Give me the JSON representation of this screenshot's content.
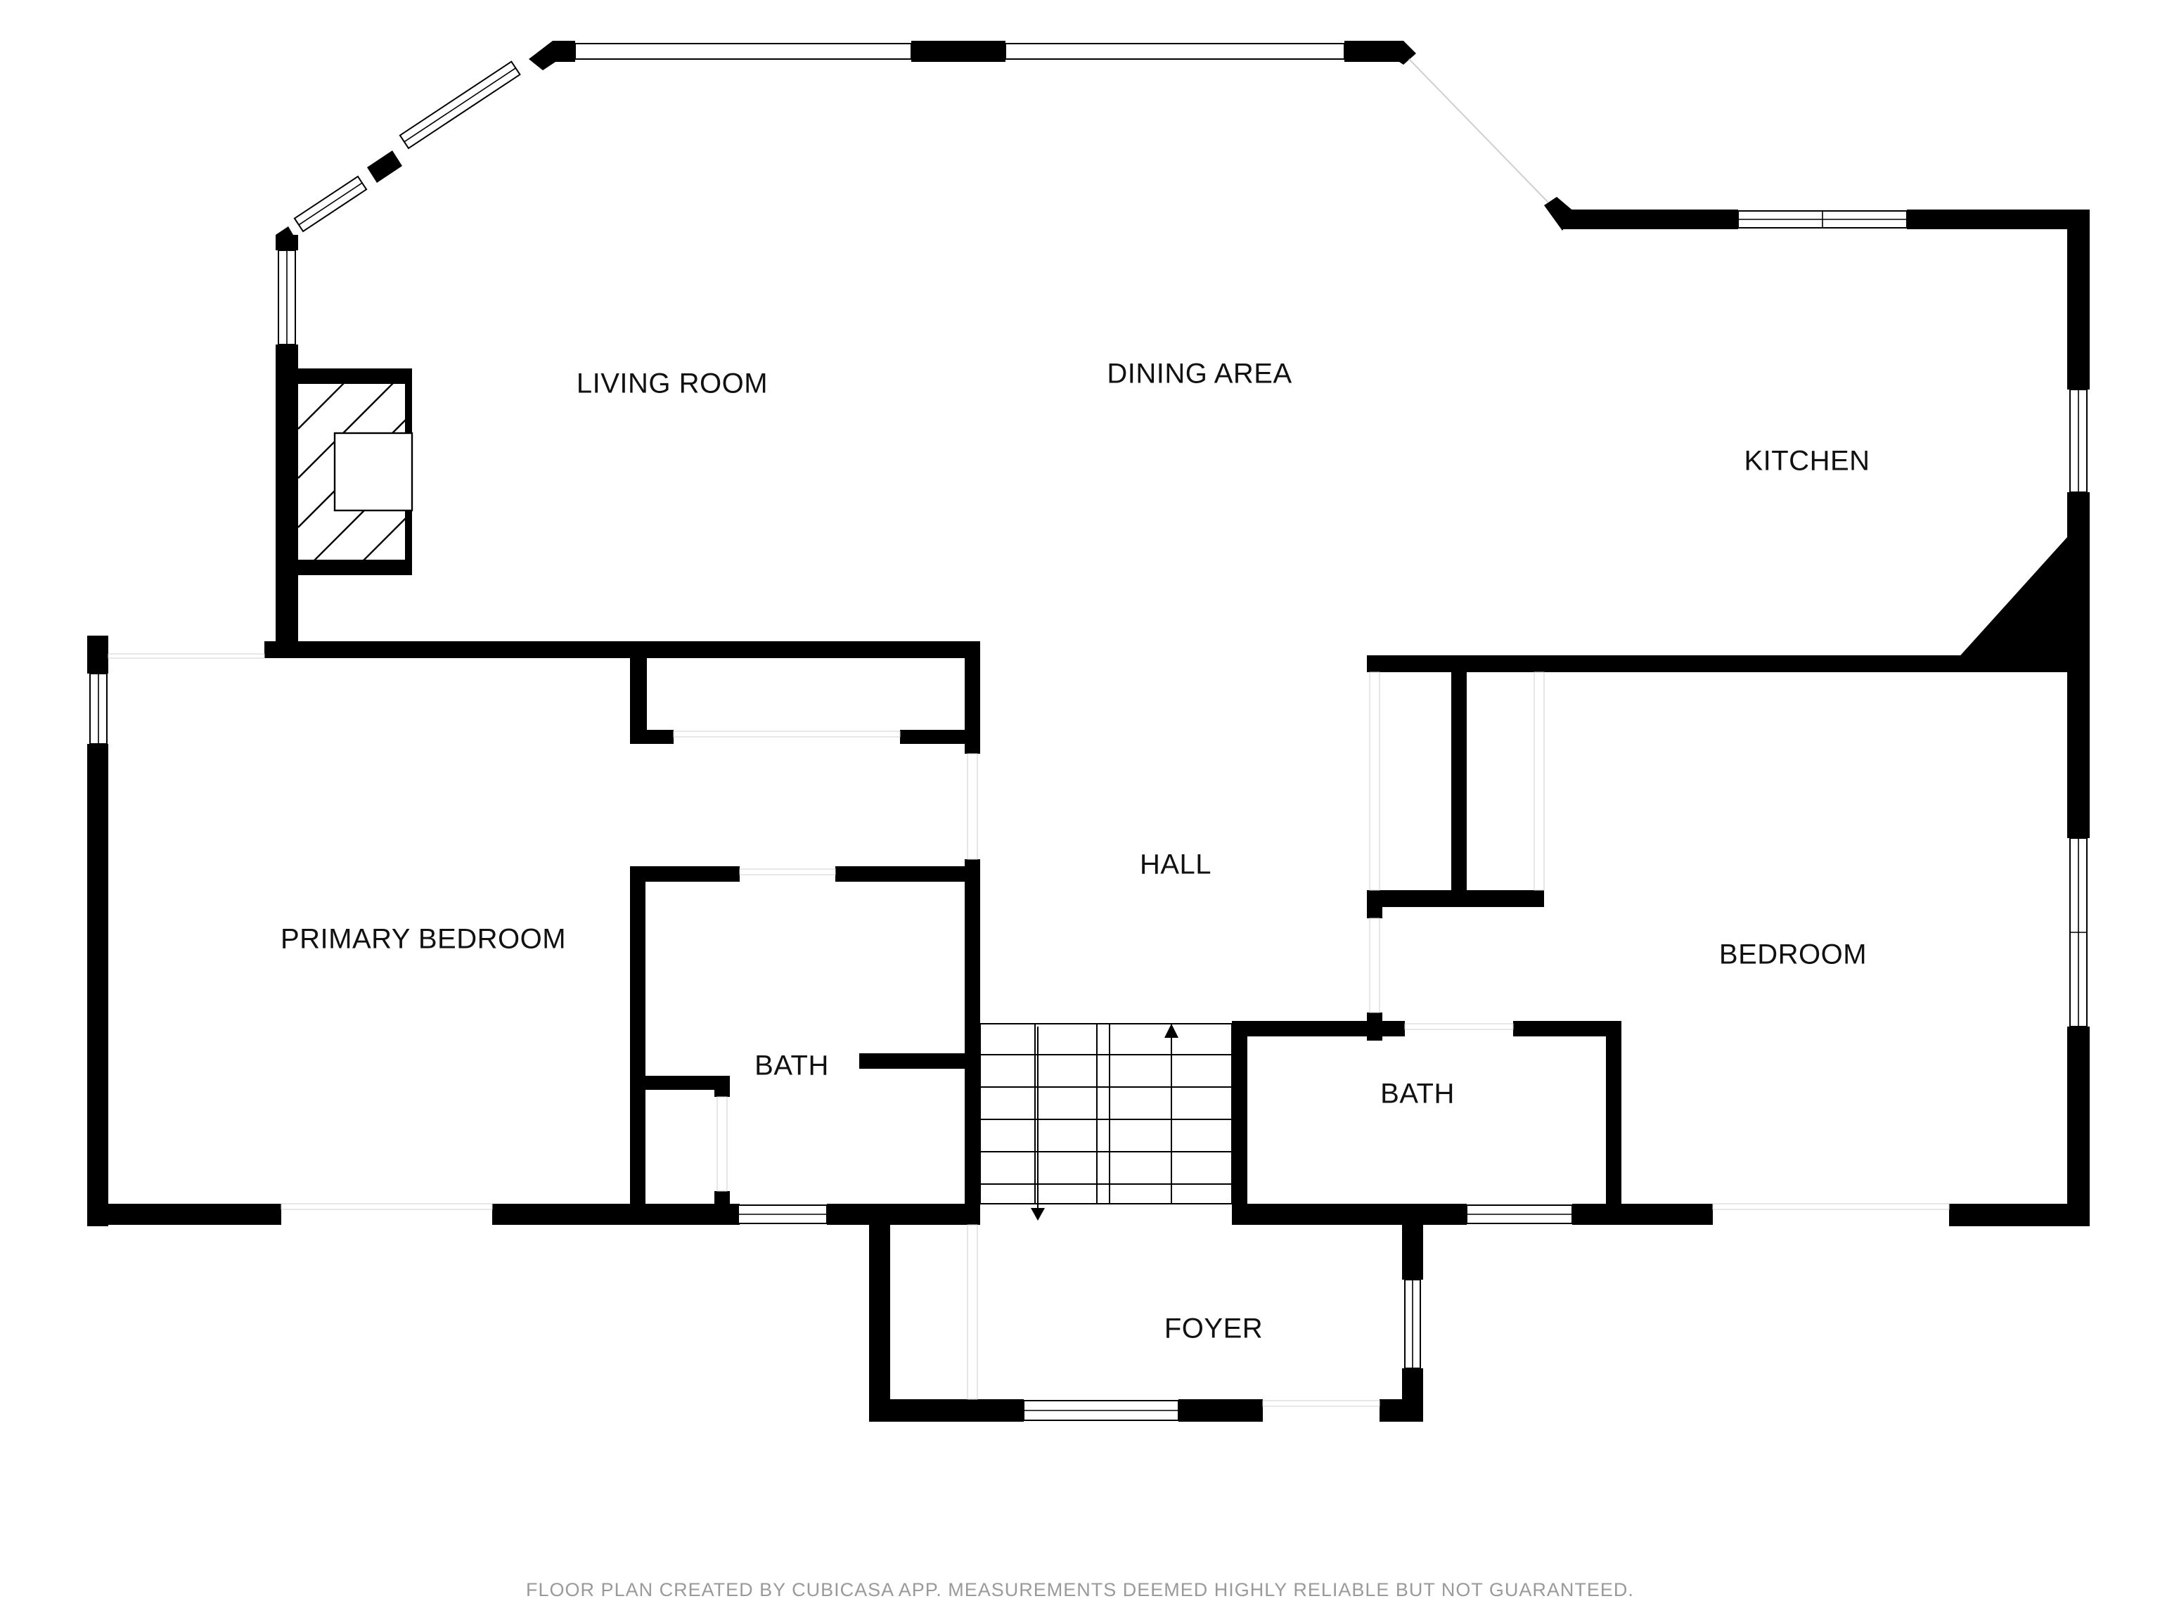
{
  "rooms": {
    "living_room": "LIVING ROOM",
    "dining_area": "DINING AREA",
    "kitchen": "KITCHEN",
    "hall": "HALL",
    "primary_bedroom": "PRIMARY BEDROOM",
    "bath_left": "BATH",
    "bath_right": "BATH",
    "bedroom": "BEDROOM",
    "foyer": "FOYER"
  },
  "footer": {
    "disclaimer": "FLOOR PLAN CREATED BY CUBICASA APP. MEASUREMENTS DEEMED HIGHLY RELIABLE BUT NOT GUARANTEED."
  },
  "colors": {
    "wall": "#000000",
    "background": "#ffffff",
    "footer_text": "#9a9a9a"
  }
}
